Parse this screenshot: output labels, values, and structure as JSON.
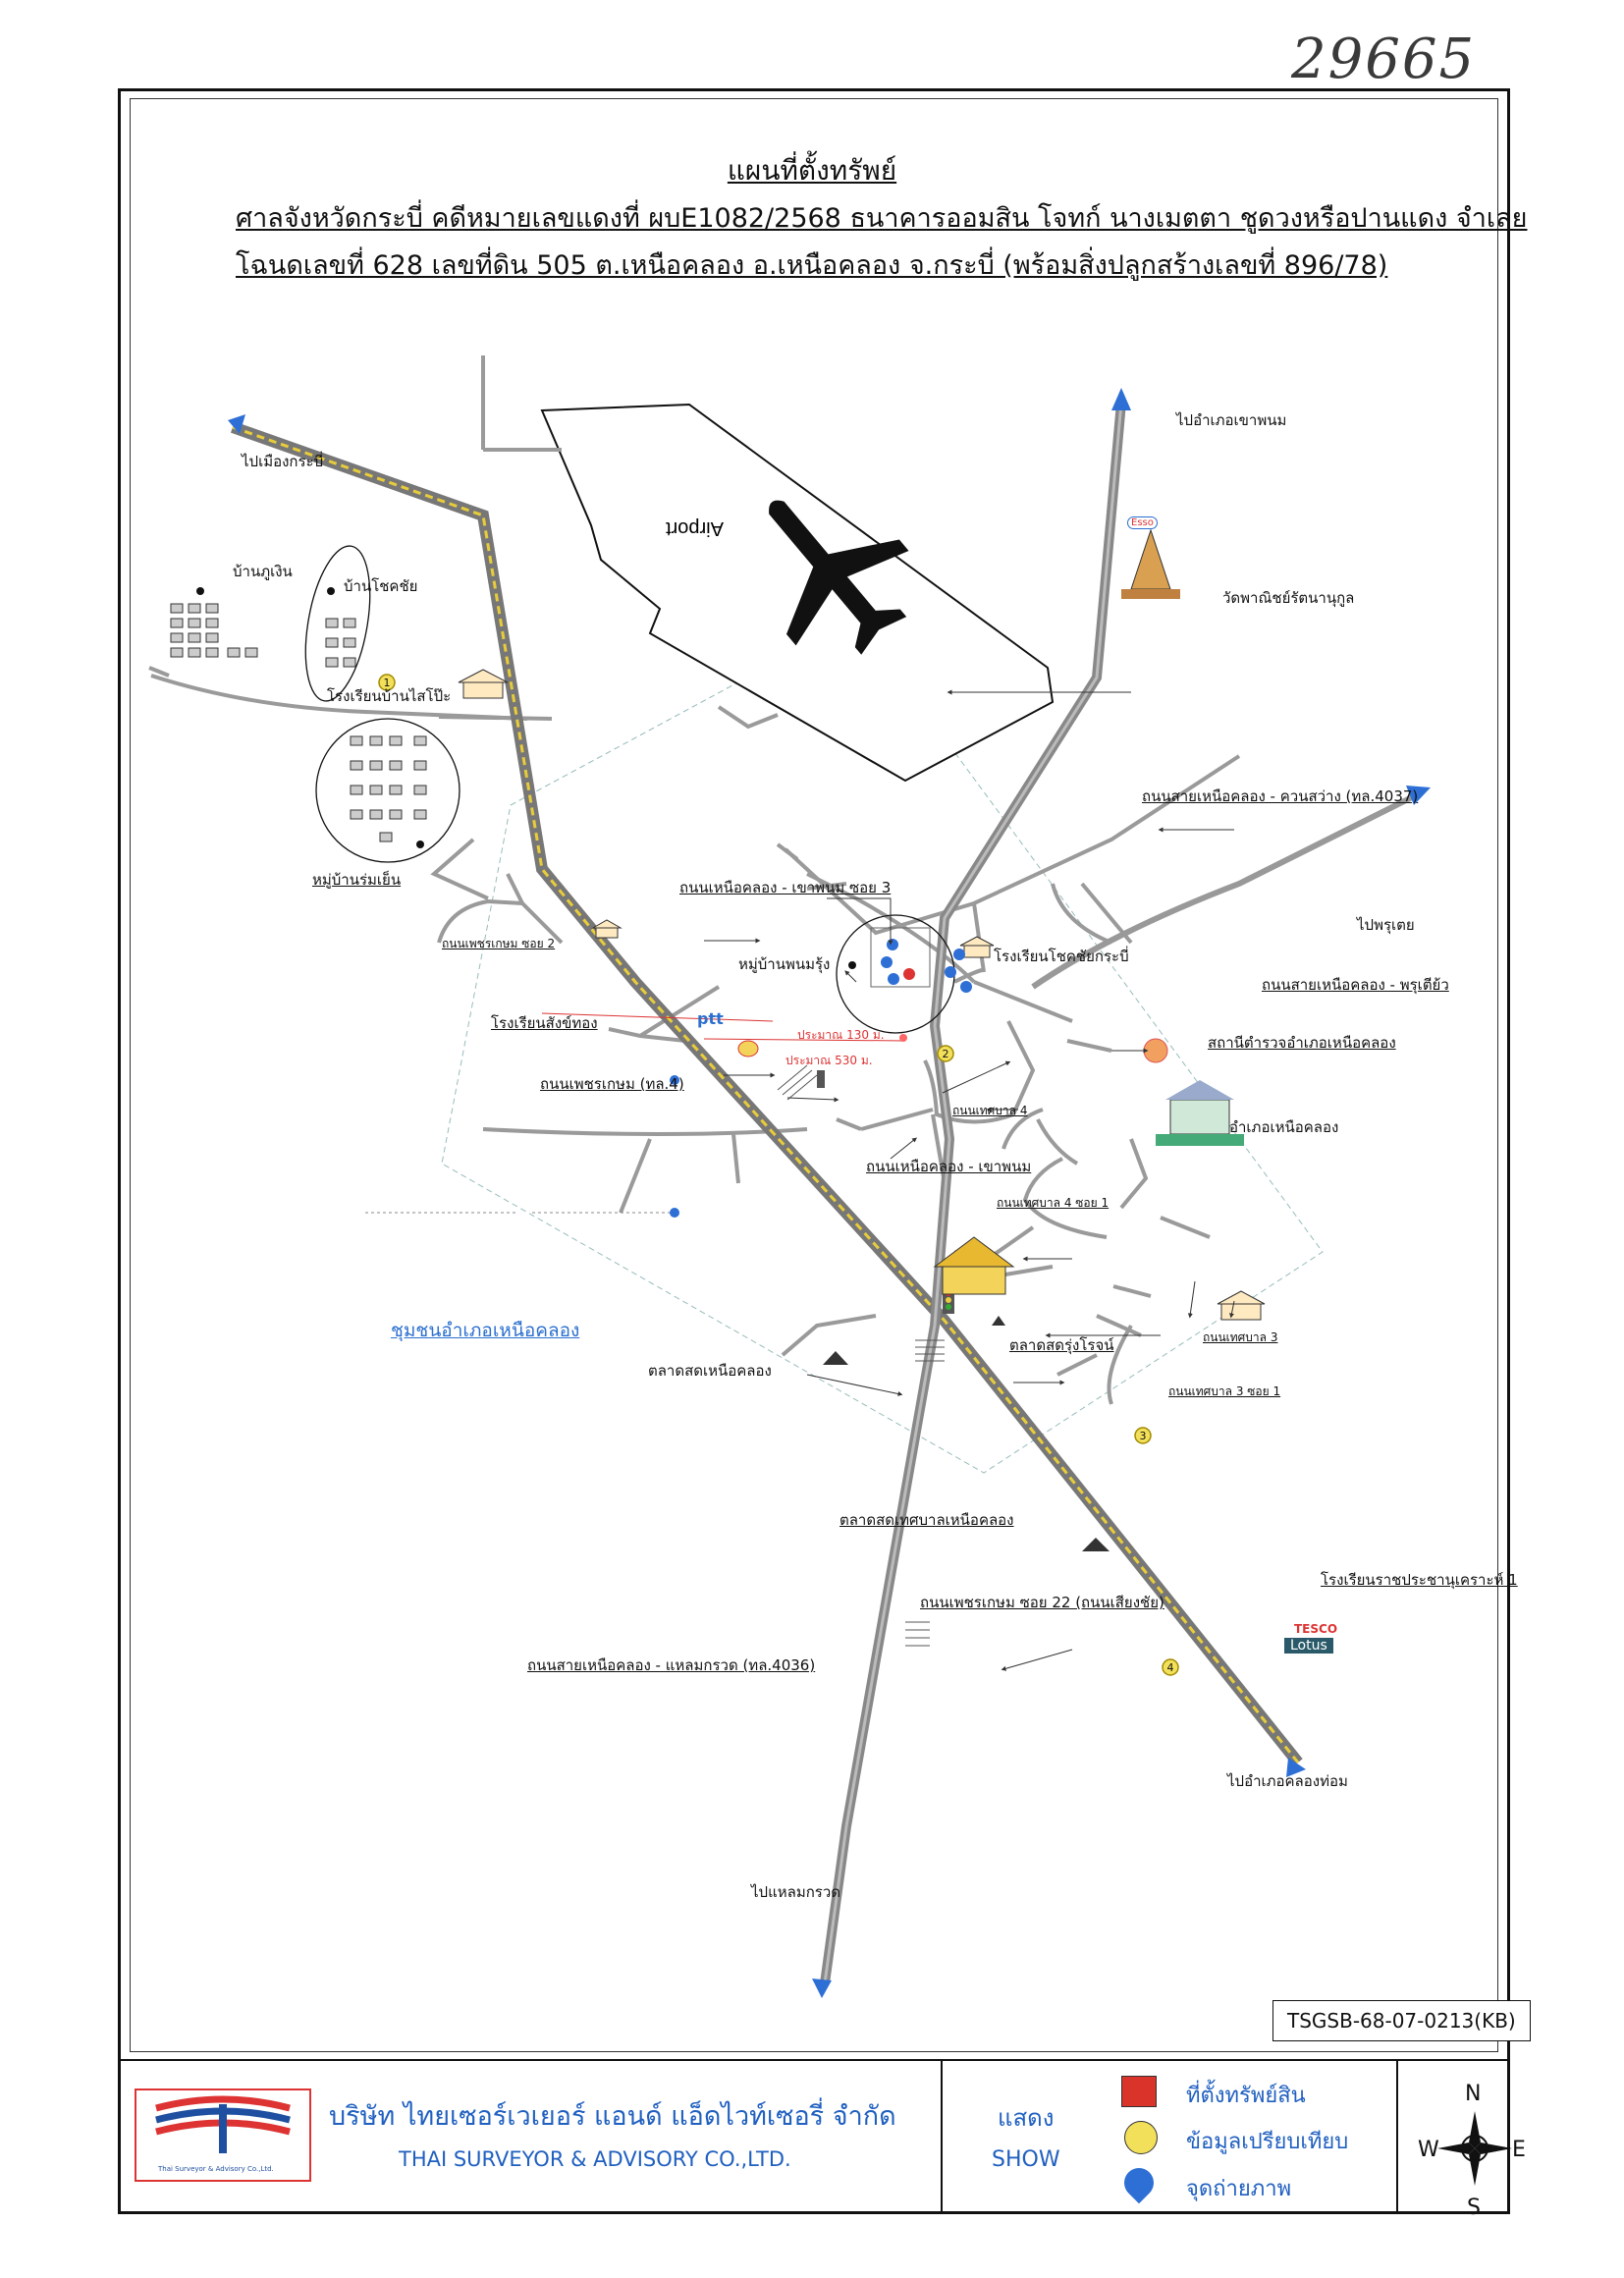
{
  "handwritten_note": "29665",
  "header": {
    "title": "แผนที่ตั้งทรัพย์",
    "line1": "ศาลจังหวัดกระบี่ คดีหมายเลขแดงที่ ผบE1082/2568  ธนาคารออมสิน โจทก์ นางเมตตา ชูดวงหรือปานแดง จำเลย",
    "line2": "โฉนดเลขที่ 628 เลขที่ดิน 505 ต.เหนือคลอง อ.เหนือคลอง จ.กระบี่ (พร้อมสิ่งปลูกสร้างเลขที่ 896/78)"
  },
  "map": {
    "airport_label": "Airport",
    "labels": {
      "to_krabi": "ไปเมืองกระบี่",
      "to_khao_phanom": "ไปอำเภอเขาพนม",
      "ban_phu_ngoen": "บ้านภูเงิน",
      "ban_chok_chai": "บ้านโชคชัย",
      "school_ban_sai_po": "โรงเรียนบ้านไสโป๊ะ",
      "wat": "วัดพาณิชย์รัตนานุกูล",
      "moo_ban_rom_yen": "หมู่บ้านร่มเย็น",
      "road_4037": "ถนนสายเหนือคลอง - ควนสว่าง (ทล.4037)",
      "soi3": "ถนนเหนือคลอง - เขาพนม ซอย 3",
      "to_phru_tiao": "ไปพรุเตย",
      "phetkasem_soi2": "ถนนเพชรเกษม ซอย 2",
      "moo_ban_phanom_rung": "หมู่บ้านพนมรุ้ง",
      "school_chokchai": "โรงเรียนโชคชัยกระบี่",
      "road_phru_tiao": "ถนนสายเหนือคลอง - พรุเตีย้ว",
      "school_sang_thong": "โรงเรียนสังข์ทอง",
      "police": "สถานีตำรวจอำเภอเหนือคลอง",
      "dist_130": "ประมาณ 130 ม.",
      "dist_530": "ประมาณ 530 ม.",
      "phetkasem_4": "ถนนเพชรเกษม (ทล.4)",
      "thetsaban_4": "ถนนเทศบาล 4",
      "amphoe": "อำเภอเหนือคลอง",
      "road_khao_phanom": "ถนนเหนือคลอง - เขาพนม",
      "thetsaban_4_soi1": "ถนนเทศบาล 4 ซอย 1",
      "community": "ชุมชนอำเภอเหนือคลอง",
      "market_rung_rot": "ตลาดสดรุ่งโรจน์",
      "thetsaban_3": "ถนนเทศบาล 3",
      "market_nuea_khlong": "ตลาดสดเหนือคลอง",
      "thetsaban_3_soi1": "ถนนเทศบาล 3 ซอย 1",
      "market_thetsaban": "ตลาดสดเทศบาลเหนือคลอง",
      "school_rat": "โรงเรียนราชประชานุเคราะห์ 1",
      "phetkasem_soi22": "ถนนเพชรเกษม ซอย 22 (ถนนเสียงชัย)",
      "road_4036": "ถนนสายเหนือคลอง - แหลมกรวด (ทล.4036)",
      "to_khlong_thom": "ไปอำเภอคลองท่อม",
      "to_laem_kruat": "ไปแหลมกรวด",
      "ptt": "ptt",
      "esso": "Esso",
      "tesco": "TESCO",
      "lotus": "Lotus"
    },
    "markers": [
      "1",
      "2",
      "3",
      "4"
    ]
  },
  "ref_code": "TSGSB-68-07-0213(KB)",
  "footer": {
    "company_th": "บริษัท ไทยเซอร์เวเยอร์ แอนด์ แอ็ดไวท์เซอรี่ จำกัด",
    "company_en": "THAI SURVEYOR & ADVISORY CO.,LTD.",
    "logo_small": "Thai Surveyor & Advisory Co.,Ltd.",
    "show_th": "แสดง",
    "show_en": "SHOW",
    "legend": [
      {
        "label": "ที่ตั้งทรัพย์สิน",
        "color": "#d9332a"
      },
      {
        "label": "ข้อมูลเปรียบเทียบ",
        "color": "#f3e05a"
      },
      {
        "label": "จุดถ่ายภาพ",
        "color": "#2e6fd6"
      }
    ],
    "compass": {
      "n": "N",
      "s": "S",
      "e": "E",
      "w": "W"
    }
  }
}
